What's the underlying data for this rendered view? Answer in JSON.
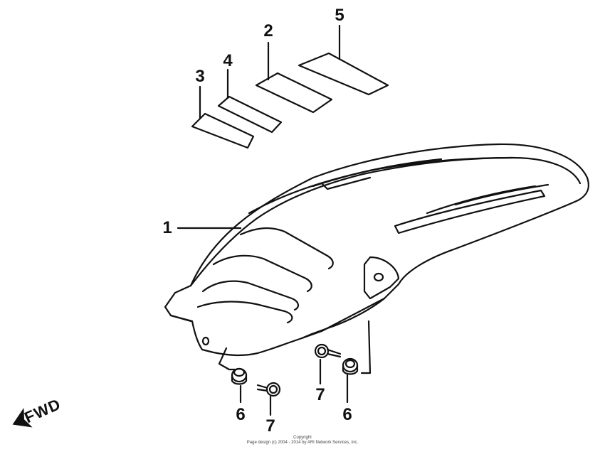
{
  "callouts": {
    "part_1": "1",
    "part_2": "2",
    "part_3": "3",
    "part_4": "4",
    "part_5": "5",
    "part_6_left": "6",
    "part_6_right": "6",
    "part_7_left": "7",
    "part_7_right": "7"
  },
  "direction": {
    "label": "FWD",
    "icon": "arrow-forward-icon"
  },
  "copyright": {
    "line1": "Copyright",
    "line2": "Page design (c) 2004 - 2014 by ARI Network Services, Inc."
  }
}
